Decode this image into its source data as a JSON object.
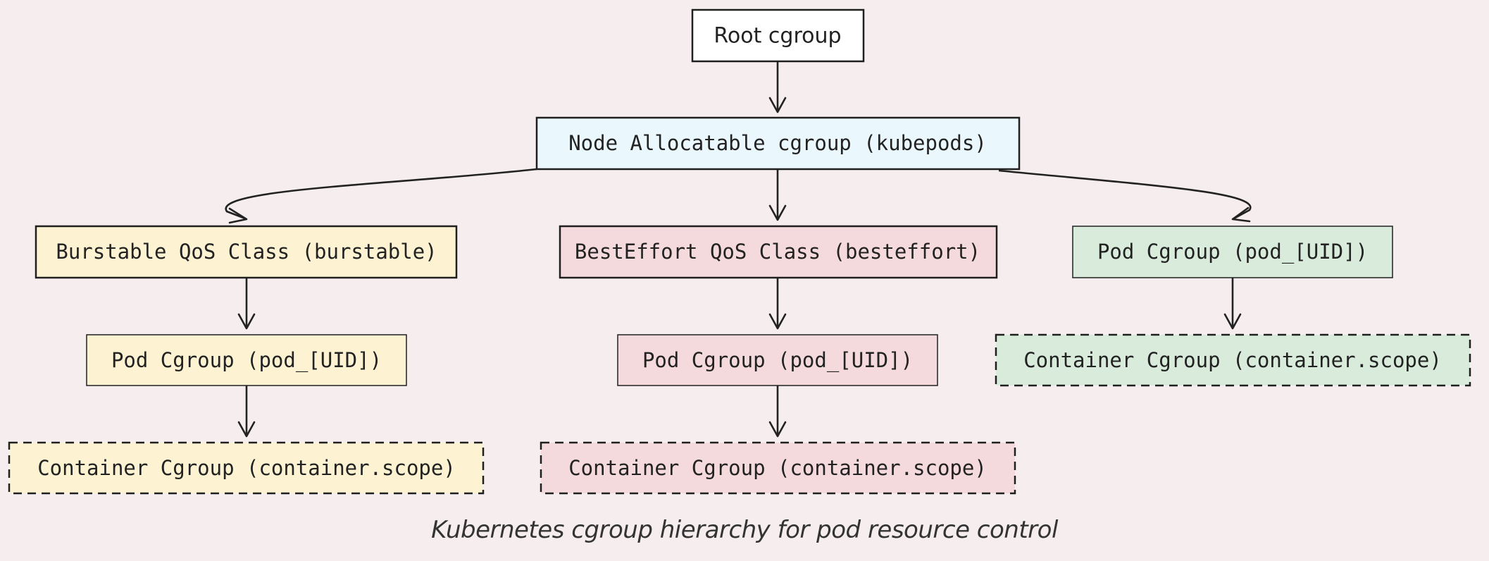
{
  "colors": {
    "background": "#f6edef",
    "root_fill": "#ffffff",
    "allocatable_fill": "#eaf7fd",
    "burstable_fill": "#fdf3d2",
    "besteffort_fill": "#f5dadd",
    "guaranteed_fill": "#d9ecdc"
  },
  "nodes": {
    "root": {
      "label": "Root cgroup"
    },
    "kubepods": {
      "label": "Node Allocatable cgroup (kubepods)"
    },
    "burstable": {
      "label": "Burstable QoS Class (burstable)"
    },
    "besteffort": {
      "label": "BestEffort QoS Class (besteffort)"
    },
    "pod_guaranteed": {
      "label": "Pod Cgroup (pod_[UID])"
    },
    "pod_burstable": {
      "label": "Pod Cgroup (pod_[UID])"
    },
    "pod_besteffort": {
      "label": "Pod Cgroup (pod_[UID])"
    },
    "container_guaranteed": {
      "label": "Container Cgroup (container.scope)"
    },
    "container_burstable": {
      "label": "Container Cgroup (container.scope)"
    },
    "container_besteffort": {
      "label": "Container Cgroup (container.scope)"
    }
  },
  "caption": "Kubernetes cgroup hierarchy for pod resource control"
}
